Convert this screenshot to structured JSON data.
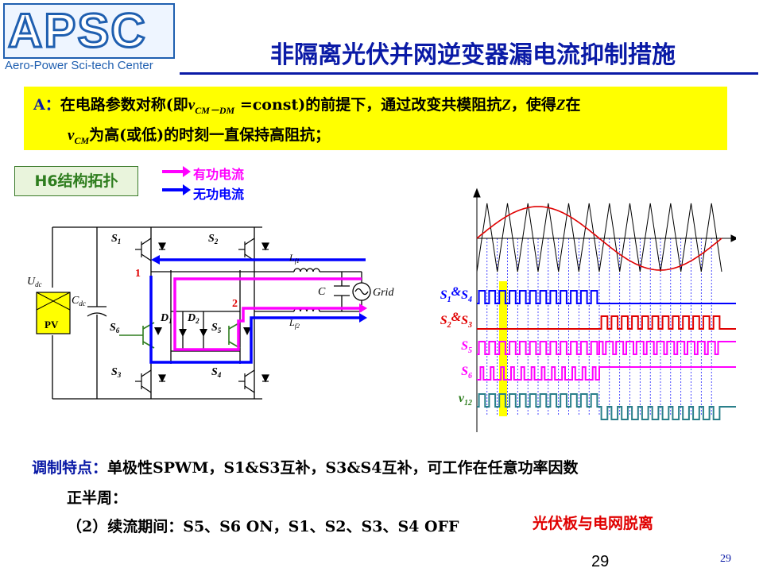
{
  "header": {
    "logo_main": "APSC",
    "logo_sub": "Aero-Power Sci-tech Center",
    "title": "非隔离光伏并网逆变器漏电流抑制措施"
  },
  "note": {
    "lead": "A：",
    "line1_a": "在电路参数对称(即",
    "line1_var": "v",
    "line1_sub": "CM－DM",
    "line1_b": " =const)的前提下，通过改变共模阻抗",
    "line1_z": "Z",
    "line1_c": "，使得",
    "line1_z2": "Z",
    "line1_d": "在",
    "line2_var": "v",
    "line2_sub": "CM",
    "line2_b": "为高(或低)的时刻一直保持高阻抗；"
  },
  "h6_label": "H6结构拓扑",
  "legend": {
    "active": "有功电流",
    "reactive": "无功电流",
    "active_color": "#ff00ff",
    "reactive_color": "#0000ff"
  },
  "circuit": {
    "udc": "U",
    "udc_sub": "dc",
    "cdc": "C",
    "cdc_sub": "dc",
    "pv": "PV",
    "s1": "S",
    "s1_sub": "1",
    "s2": "S",
    "s2_sub": "2",
    "s3": "S",
    "s3_sub": "3",
    "s4": "S",
    "s4_sub": "4",
    "s5": "S",
    "s5_sub": "5",
    "s6": "S",
    "s6_sub": "6",
    "d1": "D",
    "d1_sub": "1",
    "d2": "D",
    "d2_sub": "2",
    "l1": "L",
    "l1_sub": "f1",
    "l2": "L",
    "l2_sub": "f2",
    "cap": "C",
    "grid": "Grid",
    "node1": "1",
    "node2": "2"
  },
  "waveform": {
    "labels": [
      {
        "main": "S",
        "sub1": "1",
        "amp": "&",
        "main2": "S",
        "sub2": "4",
        "color": "#0000ff"
      },
      {
        "main": "S",
        "sub1": "2",
        "amp": "&",
        "main2": "S",
        "sub2": "3",
        "color": "#e00000"
      },
      {
        "main": "S",
        "sub1": "5",
        "amp": "",
        "main2": "",
        "sub2": "",
        "color": "#ff00ff"
      },
      {
        "main": "S",
        "sub1": "6",
        "amp": "",
        "main2": "",
        "sub2": "",
        "color": "#ff00ff"
      },
      {
        "main": "v",
        "sub1": "12",
        "amp": "",
        "main2": "",
        "sub2": "",
        "color": "#2e7d1e"
      }
    ],
    "trace_colors": [
      "#0000ff",
      "#e00000",
      "#ff00ff",
      "#ff00ff",
      "#2a7f8a"
    ],
    "highlight_color": "#ffff00"
  },
  "bottom": {
    "mod_title": "调制特点：",
    "mod_text": "单极性SPWM，S1&S3互补，S3&S4互补，可工作在任意功率因数",
    "half_cycle": "正半周：",
    "freewheel": "（2）续流期间：S5、S6 ON，S1、S2、S3、S4 OFF",
    "pv_note": "光伏板与电网脱离"
  },
  "page": {
    "number": "29",
    "number_small": "29"
  }
}
